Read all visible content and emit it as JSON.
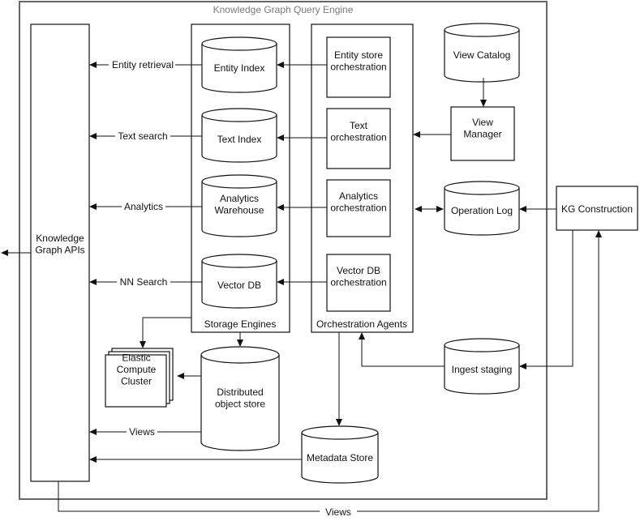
{
  "title": "Knowledge Graph Query Engine",
  "kg_apis": "Knowledge\nGraph APIs",
  "storage_engines": {
    "label": "Storage Engines",
    "entity_index": "Entity Index",
    "text_index": "Text Index",
    "analytics_warehouse": "Analytics\nWarehouse",
    "vector_db": "Vector DB"
  },
  "orchestration_agents": {
    "label": "Orchestration Agents",
    "entity_store_orch": "Entity store\norchestration",
    "text_orch": "Text\norchestration",
    "analytics_orch": "Analytics\norchestration",
    "vector_db_orch": "Vector DB\norchestration"
  },
  "view_catalog": "View Catalog",
  "view_manager": "View\nManager",
  "operation_log": "Operation Log",
  "kg_construction": "KG Construction",
  "ingest_staging": "Ingest staging",
  "elastic_compute": "Elastic\nCompute\nCluster",
  "distributed_object_store": "Distributed\nobject store",
  "metadata_store": "Metadata Store",
  "edge_labels": {
    "entity_retrieval": "Entity retrieval",
    "text_search": "Text search",
    "analytics": "Analytics",
    "nn_search": "NN Search",
    "views_inner": "Views",
    "views_bottom": "Views"
  }
}
